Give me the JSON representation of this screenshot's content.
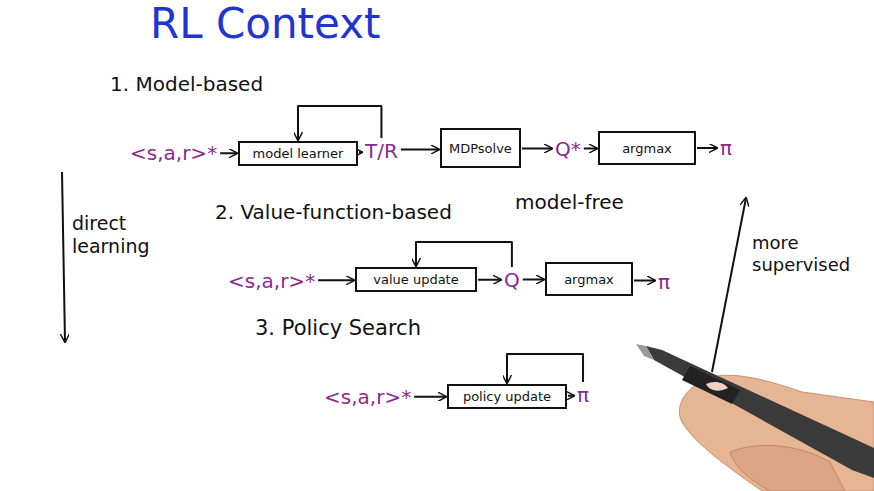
{
  "diagram": {
    "title": "RL Context",
    "nodes": [
      {
        "text": [
          "<s,a,r>*"
        ]
      },
      {
        "text": [
          "model learner"
        ]
      },
      {
        "text": [
          "T/R"
        ]
      },
      {
        "text": [
          "MDPsolve"
        ]
      },
      {
        "text": [
          "Q*"
        ]
      },
      {
        "text": [
          "argmax"
        ]
      },
      {
        "text": [
          "π"
        ]
      },
      {
        "text": [
          "<s,a,r>*"
        ]
      },
      {
        "text": [
          "value update"
        ]
      },
      {
        "text": [
          "Q"
        ]
      },
      {
        "text": [
          "argmax"
        ]
      },
      {
        "text": [
          "π"
        ]
      },
      {
        "text": [
          "<s,a,r>*"
        ]
      },
      {
        "text": [
          "policy update"
        ]
      },
      {
        "text": [
          "π"
        ]
      }
    ],
    "edges": [
      {
        "from": 0,
        "to": 1,
        "arrow": "to"
      },
      {
        "from": 1,
        "to": 2,
        "arrow": "to"
      },
      {
        "from": 2,
        "to": 1,
        "arrow": "to"
      },
      {
        "from": 2,
        "to": 3,
        "arrow": "to"
      },
      {
        "from": 3,
        "to": 4,
        "arrow": "to"
      },
      {
        "from": 4,
        "to": 5,
        "arrow": "to"
      },
      {
        "from": 5,
        "to": 6,
        "arrow": "to"
      },
      {
        "from": 7,
        "to": 8,
        "arrow": "to"
      },
      {
        "from": 8,
        "to": 9,
        "arrow": "to"
      },
      {
        "from": 9,
        "to": 8,
        "arrow": "to"
      },
      {
        "from": 9,
        "to": 10,
        "arrow": "to"
      },
      {
        "from": 10,
        "to": 11,
        "arrow": "to"
      },
      {
        "from": 12,
        "to": 13,
        "arrow": "to"
      },
      {
        "from": 13,
        "to": 14,
        "arrow": "to"
      },
      {
        "from": 14,
        "to": 13,
        "arrow": "to"
      }
    ],
    "labels": [
      "1. Model-based",
      "2. Value-function-based",
      "model-free",
      "3. Policy Search",
      "direct learning",
      "more supervised"
    ]
  }
}
